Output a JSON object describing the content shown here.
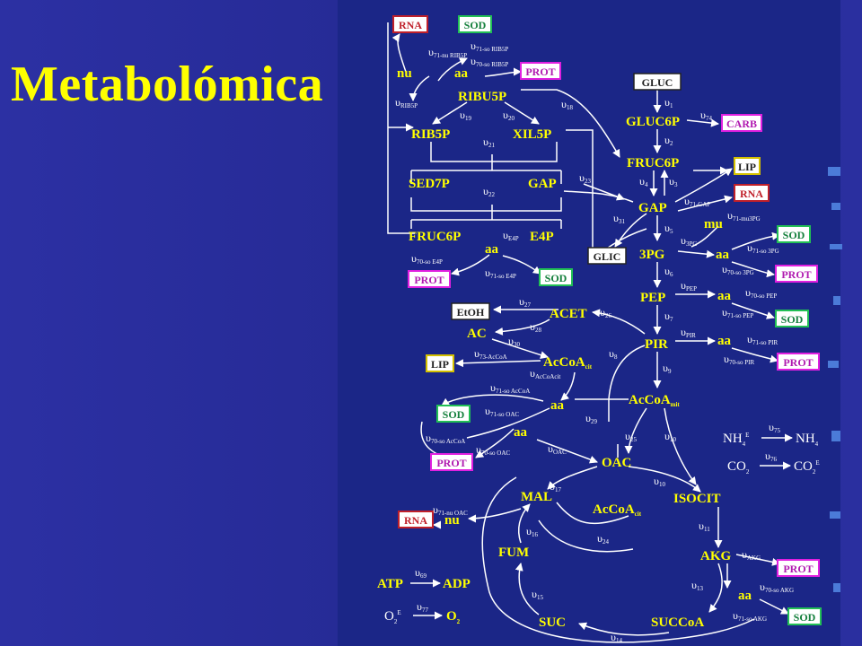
{
  "title": "Metabolómica",
  "colors": {
    "node": "#ffff00",
    "edge": "#ffffff",
    "rna": "#c0202a",
    "sod": "#22c055",
    "prot": "#e020e0",
    "lip": "#ffff00",
    "carb": "#e020e0",
    "background": "#1b2687"
  },
  "nodes": {
    "ribu5p": "RIBU5P",
    "rib5p": "RIB5P",
    "xil5p": "XIL5P",
    "sed7p": "SED7P",
    "gap_ppp": "GAP",
    "fruc6p_ppp": "FRUC6P",
    "e4p": "E4P",
    "gluc6p": "GLUC6P",
    "fruc6p": "FRUC6P",
    "gap": "GAP",
    "pg3": "3PG",
    "pep": "PEP",
    "pir": "PIR",
    "acet": "ACET",
    "ac": "AC",
    "accoa_cit": "AcCoA",
    "accoa_cit_sub": "cit",
    "accoa_mit": "AcCoA",
    "accoa_mit_sub": "mit",
    "oac": "OAC",
    "isocit": "ISOCIT",
    "mal": "MAL",
    "accoa_cit2": "AcCoA",
    "accoa_cit2_sub": "cit",
    "fum": "FUM",
    "akg": "AKG",
    "suc": "SUC",
    "succoa": "SUCCoA",
    "atp": "ATP",
    "adp": "ADP",
    "o2e": "O",
    "o2e_sub": "2",
    "o2e_sup": "E",
    "o2": "O",
    "o2_sub": "2",
    "nh4e": "NH",
    "nh4e_sub": "4",
    "nh4e_sup": "E",
    "nh4": "NH",
    "nh4_sub": "4",
    "co2": "CO",
    "co2_sub": "2",
    "co2e": "CO",
    "co2e_sub": "2",
    "co2e_sup": "E",
    "nu_top": "nu",
    "aa_top": "aa",
    "aa_e4p": "aa",
    "mu_gap": "mu",
    "aa_3pg": "aa",
    "aa_pep": "aa",
    "aa_pir": "aa",
    "aa_accoa": "aa",
    "aa_oac": "aa",
    "nu_oac": "nu",
    "aa_akg": "aa"
  },
  "boxes": {
    "rna_top": "RNA",
    "sod_top": "SOD",
    "prot_top": "PROT",
    "gluc": "GLUC",
    "carb": "CARB",
    "lip_r": "LIP",
    "rna_r": "RNA",
    "sod_3pg": "SOD",
    "prot_3pg": "PROT",
    "glic": "GLIC",
    "sod_pep": "SOD",
    "prot_pir": "PROT",
    "prot_e4p": "PROT",
    "sod_e4p": "SOD",
    "etoh": "EtOH",
    "lip_l": "LIP",
    "sod_l": "SOD",
    "prot_l": "PROT",
    "rna_l": "RNA",
    "prot_akg": "PROT",
    "sod_akg": "SOD"
  },
  "fluxes": {
    "f_nu_rib5p": "71-nu RIB5P",
    "f_sod_rib5p": "71-so RIB5P",
    "f_prot_rib5p": "70-so RIB5P",
    "f_rib5p": "RIB5P",
    "f_18": "18",
    "f_19": "19",
    "f_20": "20",
    "f_21": "21",
    "f_22": "22",
    "f_23": "23",
    "f_e4p": "E4P",
    "f_prot_e4p": "70-so E4P",
    "f_sod_e4p": "71-so E4P",
    "f_1": "1",
    "f_74": "74",
    "f_2": "2",
    "f_4": "4",
    "f_3": "3",
    "f_gap_out": "71-GAP",
    "f_mu_3pg": "71-mu3PG",
    "f_31": "31",
    "f_5": "5",
    "f_3pg": "3PG",
    "f_3pg_sod": "71-so 3PG",
    "f_3pg_prot": "70-so 3PG",
    "f_6": "6",
    "f_pep": "PEP",
    "f_pep_aa": "70-so PEP",
    "f_pep_sod": "71-so PEP",
    "f_7": "7",
    "f_pir": "PIR",
    "f_pir_aa": "71-so PIR",
    "f_pir_prot": "70-so PIR",
    "f_27": "27",
    "f_26": "26",
    "f_28": "28",
    "f_30": "30",
    "f_8": "8",
    "f_9": "9",
    "f_lip_accoa": "73-AcCoA",
    "f_accoacit": "AcCoAcit",
    "f_sod_accoa": "71-so AcCoA",
    "f_sod_oac": "71-so OAC",
    "f_prot_accoa": "70-so AcCoA",
    "f_prot_oac": "70-so OAC",
    "f_oac": "OAC",
    "f_25": "25",
    "f_29": "29",
    "f_10a": "10",
    "f_10b": "10",
    "f_17": "17",
    "f_nu_oac": "71-nu OAC",
    "f_16": "16",
    "f_24": "24",
    "f_11": "11",
    "f_akg": "AKG",
    "f_akg_prot": "70-so AKG",
    "f_akg_sod": "71-so AKG",
    "f_13": "13",
    "f_15": "15",
    "f_14": "14",
    "f_69": "69",
    "f_77": "77",
    "f_75": "75",
    "f_76": "76"
  }
}
